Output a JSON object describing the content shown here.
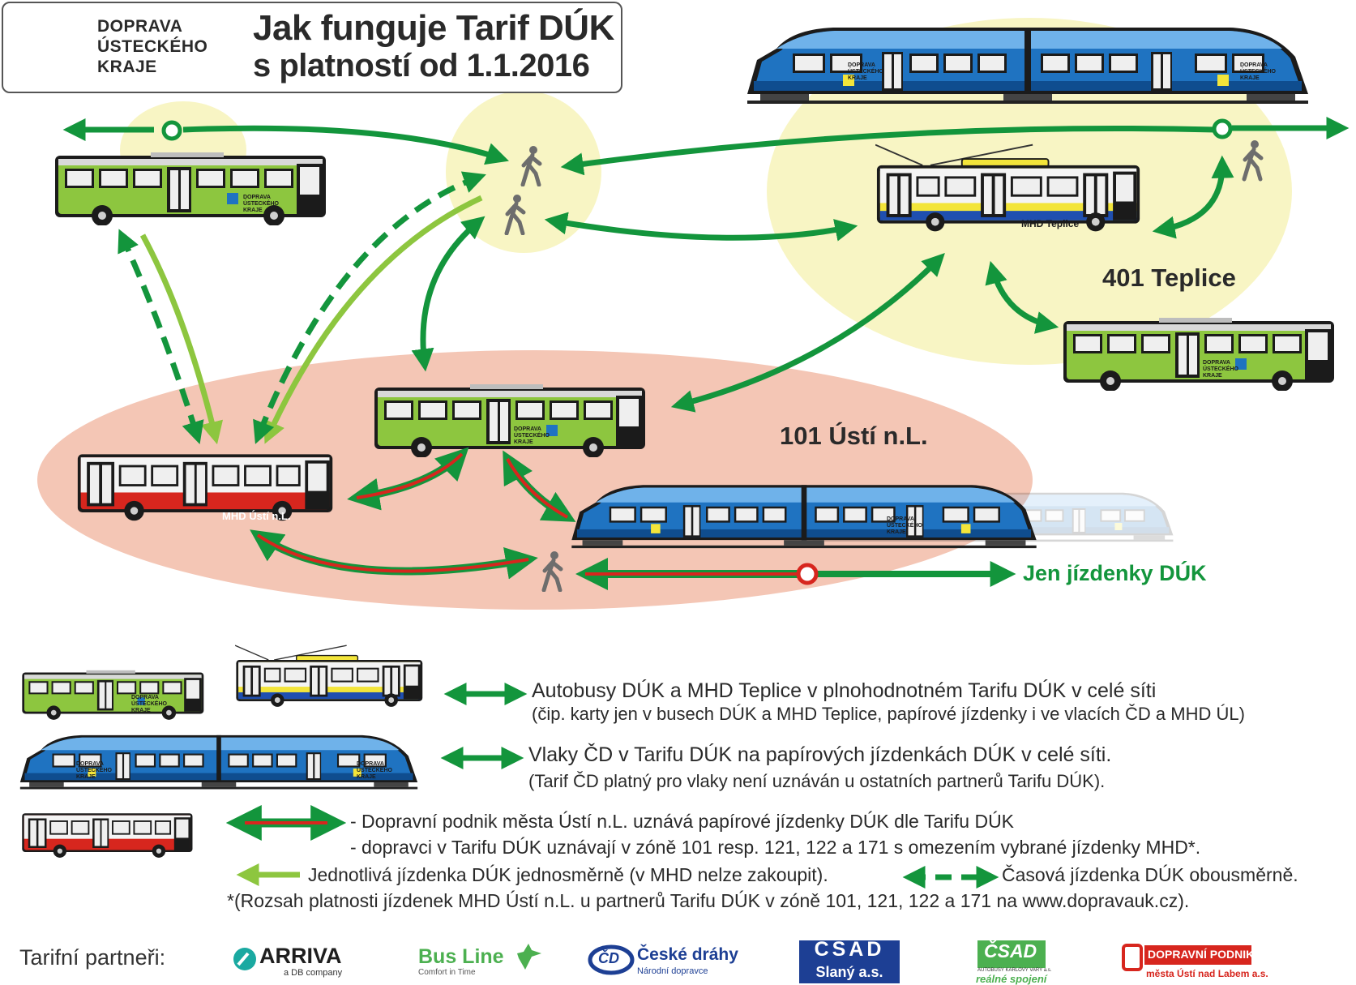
{
  "header": {
    "brand_lines": [
      "DOPRAVA",
      "ÚSTECKÉHO",
      "KRAJE"
    ],
    "title": "Jak funguje Tarif DÚK",
    "subtitle": "s platností od 1.1.2016"
  },
  "vehicles": {
    "brand_small": [
      "DOPRAVA",
      "ÚSTECKÉHO",
      "KRAJE"
    ],
    "mhd_usti": "MHD Ústí n.L.",
    "mhd_teplice": "MHD Teplice"
  },
  "zones": {
    "teplice": "401 Teplice",
    "usti": "101 Ústí n.L."
  },
  "note_duk_only": "Jen jízdenky DÚK",
  "legend": {
    "line1": "Autobusy DÚK a MHD Teplice v plnohodnotném Tarifu DÚK v celé síti",
    "line1_sub": "(čip. karty jen v busech DÚK a MHD Teplice, papírové jízdenky i ve vlacích ČD a MHD ÚL)",
    "line2": "Vlaky ČD v Tarifu DÚK na papírových jízdenkách DÚK v celé síti.",
    "line2_sub": "(Tarif ČD platný pro vlaky není uznáván u ostatních partnerů Tarifu DÚK).",
    "line3": "- Dopravní podnik města Ústí n.L. uznává papírové jízdenky DÚK dle Tarifu DÚK",
    "line4": "- dopravci v Tarifu DÚK uznávají v zóně 101 resp. 121, 122 a 171 s omezením vybrané jízdenky MHD*.",
    "single": "Jednotlivá jízdenka DÚK jednosměrně (v MHD nelze zakoupit).",
    "time": "Časová jízdenka DÚK obousměrně.",
    "footnote": "*(Rozsah platnosti jízdenek MHD Ústí n.L. u partnerů Tarifu DÚK v zóně 101, 121, 122 a 171 na www.dopravauk.cz)."
  },
  "partners": {
    "label": "Tarifní partneři:",
    "arriva": "ARRIVA",
    "arriva_sub": "a DB company",
    "busline": "Bus Line",
    "busline_sub": "Comfort in Time",
    "cd_mark": "ČD",
    "cd": "České dráhy",
    "cd_sub": "Národní dopravce",
    "csad": "ČSAD",
    "csad_sub": "Slaný a.s.",
    "kv_mark": "ČSAD",
    "kv_small": "AUTOBUSY KARLOVY VARY a.s.",
    "kv_sub": "reálné spojení",
    "dp": "DOPRAVNÍ PODNIK",
    "dp_sub": "města Ústí nad Labem a.s."
  },
  "colors": {
    "green_dark": "#13953c",
    "green_light": "#8dc63f",
    "red": "#d7261e",
    "blue_train": "#1f73c1",
    "yellow_zone": "#f8f5c4",
    "pink_zone": "#f4c6b5",
    "yellow_trolley": "#f3e53a"
  },
  "icons": [
    "duk-logo-icon",
    "pedestrian-icon",
    "bus-icon",
    "trolleybus-icon",
    "train-icon",
    "deer-icon"
  ]
}
